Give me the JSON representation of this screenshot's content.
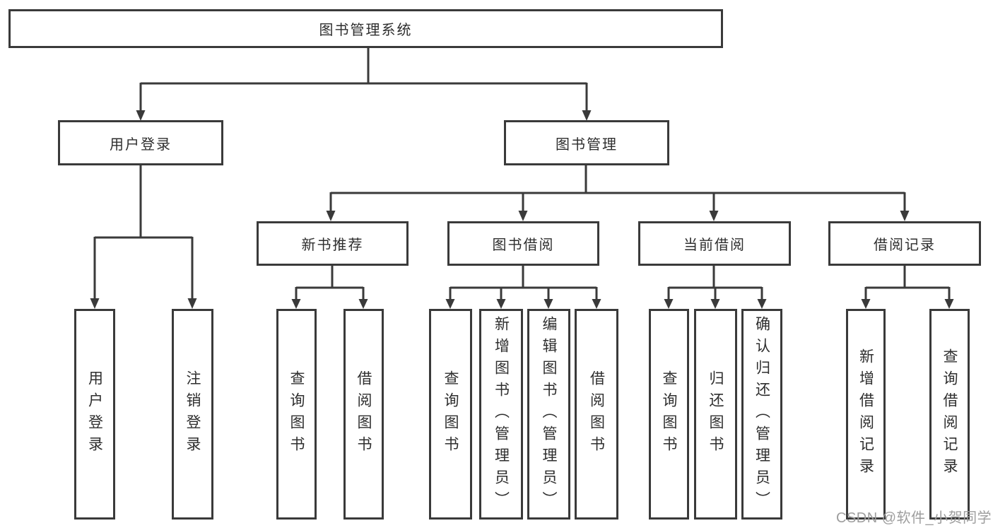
{
  "diagram_title": "图书管理系统",
  "tree": {
    "label": "图书管理系统",
    "children": [
      {
        "label": "用户登录",
        "children": [
          {
            "label": "用户登录"
          },
          {
            "label": "注销登录"
          }
        ]
      },
      {
        "label": "图书管理",
        "children": [
          {
            "label": "新书推荐",
            "children": [
              {
                "label": "查询图书"
              },
              {
                "label": "借阅图书"
              }
            ]
          },
          {
            "label": "图书借阅",
            "children": [
              {
                "label": "查询图书"
              },
              {
                "label": "新增图书（管理员）"
              },
              {
                "label": "编辑图书（管理员）"
              },
              {
                "label": "借阅图书"
              }
            ]
          },
          {
            "label": "当前借阅",
            "children": [
              {
                "label": "查询图书"
              },
              {
                "label": "归还图书"
              },
              {
                "label": "确认归还（管理员）"
              }
            ]
          },
          {
            "label": "借阅记录",
            "children": [
              {
                "label": "新增借阅记录"
              },
              {
                "label": "查询借阅记录"
              }
            ]
          }
        ]
      }
    ]
  },
  "watermark": {
    "text": "CSDN @软件_小贺同学"
  },
  "colors": {
    "line": "#3a3a3a",
    "text": "#2e2e2e",
    "watermark": "#9e9e9e",
    "background": "#ffffff"
  }
}
